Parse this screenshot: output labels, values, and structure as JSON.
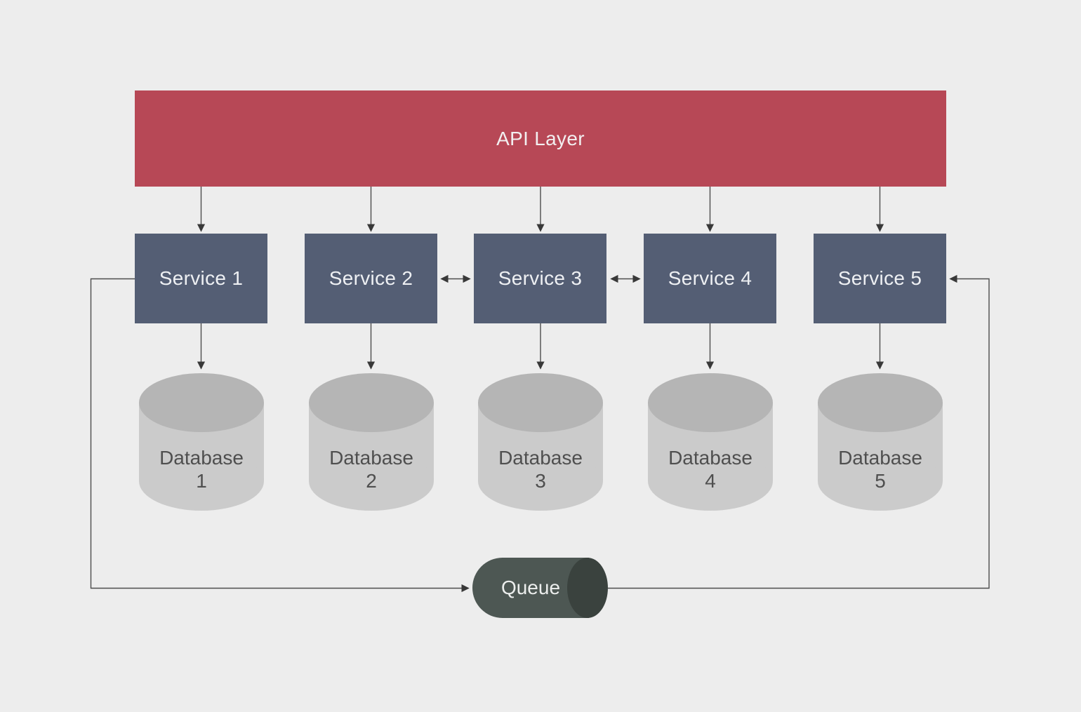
{
  "diagram": {
    "api_layer": {
      "label": "API Layer"
    },
    "services": [
      {
        "label": "Service 1"
      },
      {
        "label": "Service 2"
      },
      {
        "label": "Service 3"
      },
      {
        "label": "Service 4"
      },
      {
        "label": "Service 5"
      }
    ],
    "databases": [
      {
        "line1": "Database",
        "line2": "1"
      },
      {
        "line1": "Database",
        "line2": "2"
      },
      {
        "line1": "Database",
        "line2": "3"
      },
      {
        "line1": "Database",
        "line2": "4"
      },
      {
        "line1": "Database",
        "line2": "5"
      }
    ],
    "queue": {
      "label": "Queue"
    },
    "connections": [
      {
        "from": "API Layer",
        "to": "Service 1",
        "type": "arrow"
      },
      {
        "from": "API Layer",
        "to": "Service 2",
        "type": "arrow"
      },
      {
        "from": "API Layer",
        "to": "Service 3",
        "type": "arrow"
      },
      {
        "from": "API Layer",
        "to": "Service 4",
        "type": "arrow"
      },
      {
        "from": "API Layer",
        "to": "Service 5",
        "type": "arrow"
      },
      {
        "from": "Service 1",
        "to": "Database 1",
        "type": "arrow"
      },
      {
        "from": "Service 2",
        "to": "Database 2",
        "type": "arrow"
      },
      {
        "from": "Service 3",
        "to": "Database 3",
        "type": "arrow"
      },
      {
        "from": "Service 4",
        "to": "Database 4",
        "type": "arrow"
      },
      {
        "from": "Service 5",
        "to": "Database 5",
        "type": "arrow"
      },
      {
        "from": "Service 2",
        "to": "Service 3",
        "type": "bidirectional"
      },
      {
        "from": "Service 3",
        "to": "Service 4",
        "type": "bidirectional"
      },
      {
        "from": "Service 1",
        "to": "Queue",
        "type": "arrow"
      },
      {
        "from": "Queue",
        "to": "Service 5",
        "type": "arrow"
      }
    ],
    "colors": {
      "background": "#ededed",
      "api_layer": "#b74856",
      "service": "#545e74",
      "database_top": "#b5b5b5",
      "database_body": "#cbcbcb",
      "queue_body": "#4d5753",
      "queue_cap": "#3a423e",
      "connector": "#4d4d4d",
      "text_light": "#f2eff0",
      "text_dark": "#4f4f4f"
    }
  }
}
